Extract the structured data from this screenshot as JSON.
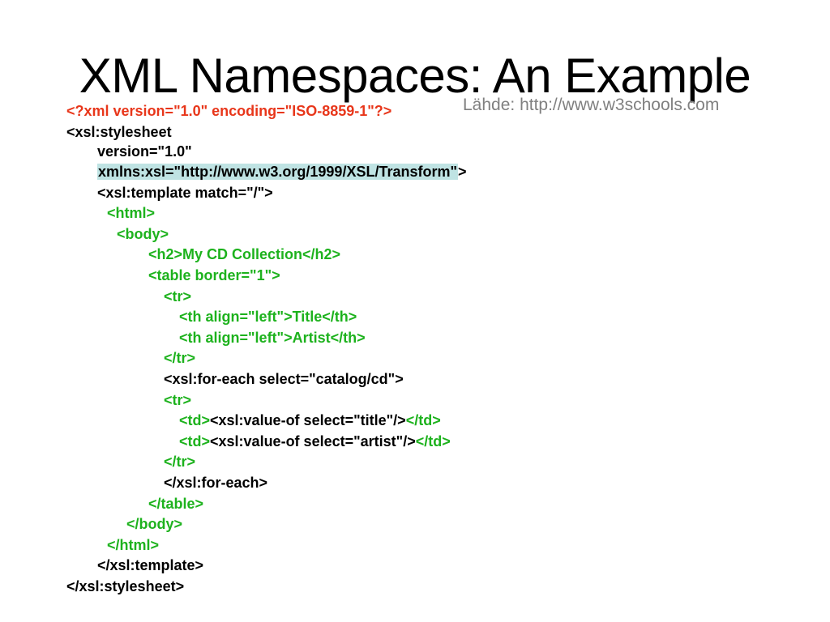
{
  "title": "XML Namespaces: An Example",
  "source": "Lähde: http://www.w3schools.com",
  "colors": {
    "green": "#1db21d",
    "red": "#e8361a",
    "highlight": "#bfe3e3",
    "source_gray": "#808080"
  },
  "code": {
    "l01": "<?xml version=\"1.0\" encoding=\"ISO-8859-1\"?>",
    "l02": "<xsl:stylesheet",
    "l03": "version=\"1.0\"",
    "l04a": "xmlns:xsl=\"http://www.w3.org/1999/XSL/Transform\"",
    "l04b": ">",
    "l05": "<xsl:template match=\"/\">",
    "l06": "<html>",
    "l07": "<body>",
    "l08": "<h2>My CD Collection</h2>",
    "l09": "<table border=\"1\">",
    "l10": "<tr>",
    "l11a": "<th align=\"left\">",
    "l11b": "Title",
    "l11c": "</th>",
    "l12a": "<th align=\"left\">",
    "l12b": "Artist",
    "l12c": "</th>",
    "l13": "</tr>",
    "l14": "<xsl:for-each select=\"catalog/cd\">",
    "l15": "<tr>",
    "l16a": "<td>",
    "l16b": "<xsl:value-of select=\"title\"/>",
    "l16c": "</td>",
    "l17a": "<td>",
    "l17b": "<xsl:value-of select=\"artist\"/>",
    "l17c": "</td>",
    "l18": "</tr>",
    "l19": "</xsl:for-each>",
    "l20": "</table>",
    "l21": "</body>",
    "l22": "</html>",
    "l23": "</xsl:template>",
    "l24": "</xsl:stylesheet>"
  }
}
